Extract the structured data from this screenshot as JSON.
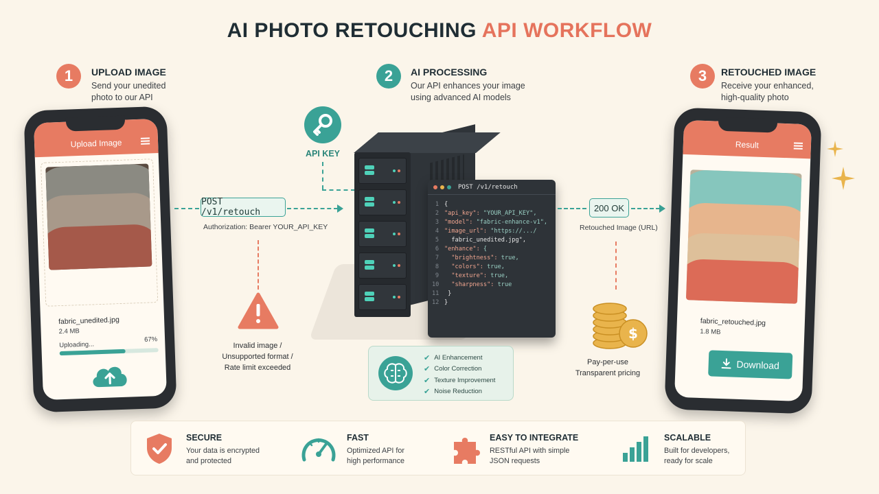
{
  "title": {
    "part1": "AI PHOTO RETOUCHING",
    "part2": "API WORKFLOW"
  },
  "colors": {
    "coral": "#e77b62",
    "teal": "#3aa296",
    "dark": "#1f2d34",
    "background": "#fbf5ea"
  },
  "steps": [
    {
      "number": "1",
      "title": "UPLOAD IMAGE",
      "desc_line1": "Send your unedited",
      "desc_line2": "photo to our API"
    },
    {
      "number": "2",
      "title": "AI PROCESSING",
      "desc_line1": "Our API enhances your image",
      "desc_line2": "using advanced AI models"
    },
    {
      "number": "3",
      "title": "RETOUCHED IMAGE",
      "desc_line1": "Receive your enhanced,",
      "desc_line2": "high-quality photo"
    }
  ],
  "upload_phone": {
    "header": "Upload Image",
    "filename": "fabric_unedited.jpg",
    "filesize": "2.4 MB",
    "status": "Uploading...",
    "progress_percent_label": "67%",
    "progress": 0.67,
    "icon": "cloud-upload-icon"
  },
  "result_phone": {
    "header": "Result",
    "filename": "fabric_retouched.jpg",
    "filesize": "1.8 MB",
    "download_label": "Download",
    "icon": "download-icon"
  },
  "request": {
    "endpoint": "POST /v1/retouch",
    "auth": "Authorization: Bearer YOUR_API_KEY"
  },
  "api_key": {
    "label": "API KEY",
    "icon": "key-icon"
  },
  "error": {
    "line1": "Invalid image /",
    "line2": "Unsupported format /",
    "line3": "Rate limit exceeded",
    "icon": "warning-icon"
  },
  "code_window": {
    "title": "POST /v1/retouch",
    "lines": [
      {
        "n": "1",
        "k": "",
        "v": "{"
      },
      {
        "n": "2",
        "k": "\"api_key\": ",
        "v": "\"YOUR_API_KEY\","
      },
      {
        "n": "3",
        "k": "\"model\": ",
        "v": "\"fabric-enhance-v1\","
      },
      {
        "n": "4",
        "k": "\"image_url\": ",
        "v": "\"https://.../"
      },
      {
        "n": "5",
        "k": "",
        "v": "  fabric_unedited.jpg\","
      },
      {
        "n": "6",
        "k": "\"enhance\": ",
        "v": "{"
      },
      {
        "n": "7",
        "k": "  \"brightness\": ",
        "v": "true,"
      },
      {
        "n": "8",
        "k": "  \"colors\": ",
        "v": "true,"
      },
      {
        "n": "9",
        "k": "  \"texture\": ",
        "v": "true,"
      },
      {
        "n": "10",
        "k": "  \"sharpness\": ",
        "v": "true"
      },
      {
        "n": "11",
        "k": "",
        "v": " }"
      },
      {
        "n": "12",
        "k": "",
        "v": "}"
      }
    ]
  },
  "features": [
    "AI Enhancement",
    "Color Correction",
    "Texture Improvement",
    "Noise Reduction"
  ],
  "response": {
    "status": "200 OK",
    "label": "Retouched Image (URL)"
  },
  "pricing": {
    "line1": "Pay-per-use",
    "line2": "Transparent pricing",
    "icon": "coins-icon"
  },
  "benefits": [
    {
      "title": "SECURE",
      "desc_line1": "Your data is encrypted",
      "desc_line2": "and protected",
      "icon": "shield-check-icon"
    },
    {
      "title": "FAST",
      "desc_line1": "Optimized API for",
      "desc_line2": "high performance",
      "icon": "speedometer-icon"
    },
    {
      "title": "EASY TO INTEGRATE",
      "desc_line1": "RESTful API with simple",
      "desc_line2": "JSON requests",
      "icon": "puzzle-icon"
    },
    {
      "title": "SCALABLE",
      "desc_line1": "Built for developers,",
      "desc_line2": "ready for scale",
      "icon": "bar-chart-icon"
    }
  ]
}
